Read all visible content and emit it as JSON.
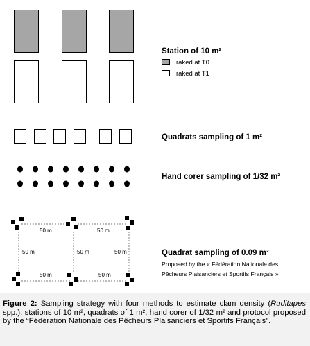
{
  "legend": {
    "station_title": "Station of 10 m²",
    "raked_t0": "raked at T0",
    "raked_t1": "raked at T1",
    "colors": {
      "raked_t0": "#a6a6a6",
      "raked_t1": "#ffffff"
    }
  },
  "rows": {
    "quadrats_title": "Quadrats sampling of 1 m²",
    "hand_corer_title": "Hand corer sampling of 1/32 m²",
    "quadrat_009_title": "Quadrat sampling of 0.09 m²",
    "proposed_line1": "Proposed by the « Fédération Nationale des",
    "proposed_line2": "Pêcheurs Plaisanciers et Sportifs Français »"
  },
  "distances": {
    "top_left": "50 m",
    "top_right": "50 m",
    "left": "50 m",
    "middle": "50 m",
    "right": "50 m",
    "bottom_left": "50 m",
    "bottom_right": "50 m"
  },
  "caption": {
    "label": "Figure 2:",
    "text_1": " Sampling strategy with four methods to estimate clam density (",
    "genus": "Ruditapes",
    "text_2": " spp.): stations of 10 m², quadrats of 1 m², hand corer of 1/32 m² and protocol proposed by the “Fédération Nationale des Pêcheurs Plaisanciers et Sportifs Français”."
  }
}
